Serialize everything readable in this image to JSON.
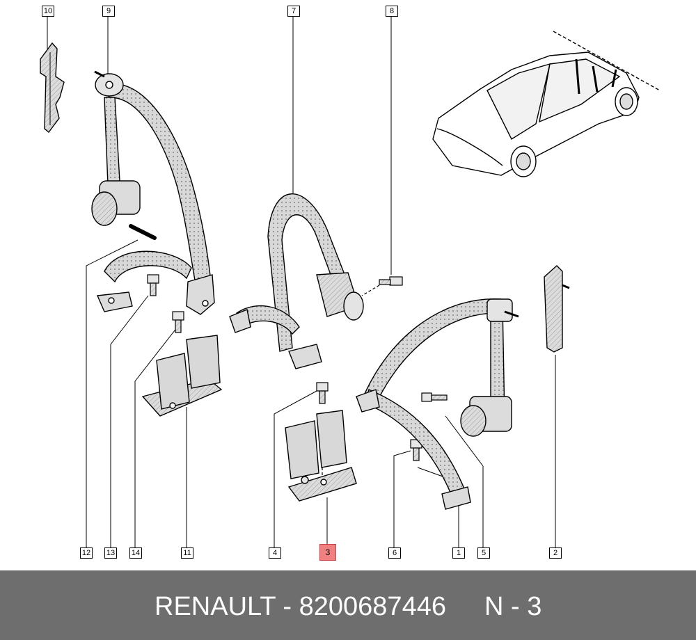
{
  "diagram": {
    "callouts": [
      "10",
      "9",
      "7",
      "8",
      "12",
      "13",
      "14",
      "11",
      "4",
      "3",
      "6",
      "1",
      "5",
      "2"
    ],
    "highlighted": "3",
    "highlight_color": "#f08080"
  },
  "footer": {
    "part_text": "RENAULT - 8200687446",
    "ref_text": "N - 3",
    "background": "#6e6e6e"
  }
}
